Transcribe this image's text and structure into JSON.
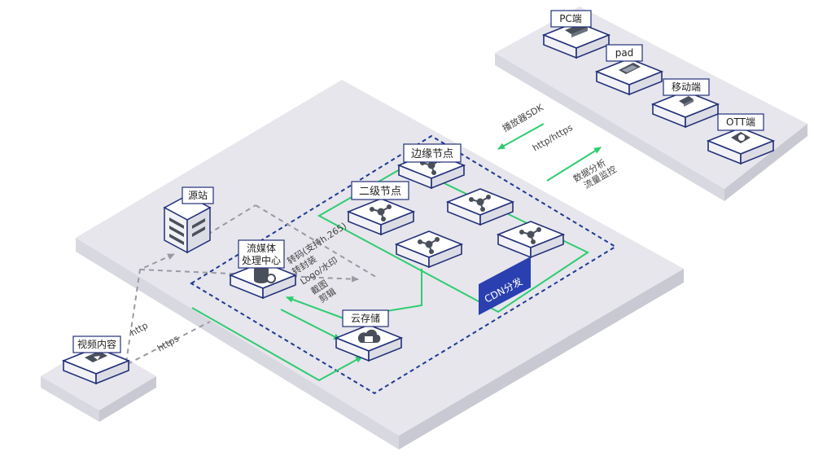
{
  "labels": {
    "pc": "PC端",
    "pad": "pad",
    "mobile": "移动端",
    "ott": "OTT端",
    "edge_node": "边缘节点",
    "second_node": "二级节点",
    "origin": "源站",
    "media_center_line1": "流媒体",
    "media_center_line2": "处理中心",
    "cloud_storage": "云存储",
    "video_content": "视频内容",
    "cdn": "CDN分发"
  },
  "protocols": {
    "http": "http",
    "https": "https",
    "player_sdk": "播放器SDK",
    "http_https": "http/https",
    "analytics": "数据分析",
    "traffic_monitor": "流量监控"
  },
  "processing": [
    "转码(支持h.265)",
    "转封装",
    "Logo/水印",
    "截图",
    "剪辑"
  ],
  "colors": {
    "green": "#2ecc71",
    "navy": "#1f3a93",
    "icon": "#4a4f5c",
    "platform": "#e6e6ec",
    "platform_side": "#cfcfd8"
  }
}
